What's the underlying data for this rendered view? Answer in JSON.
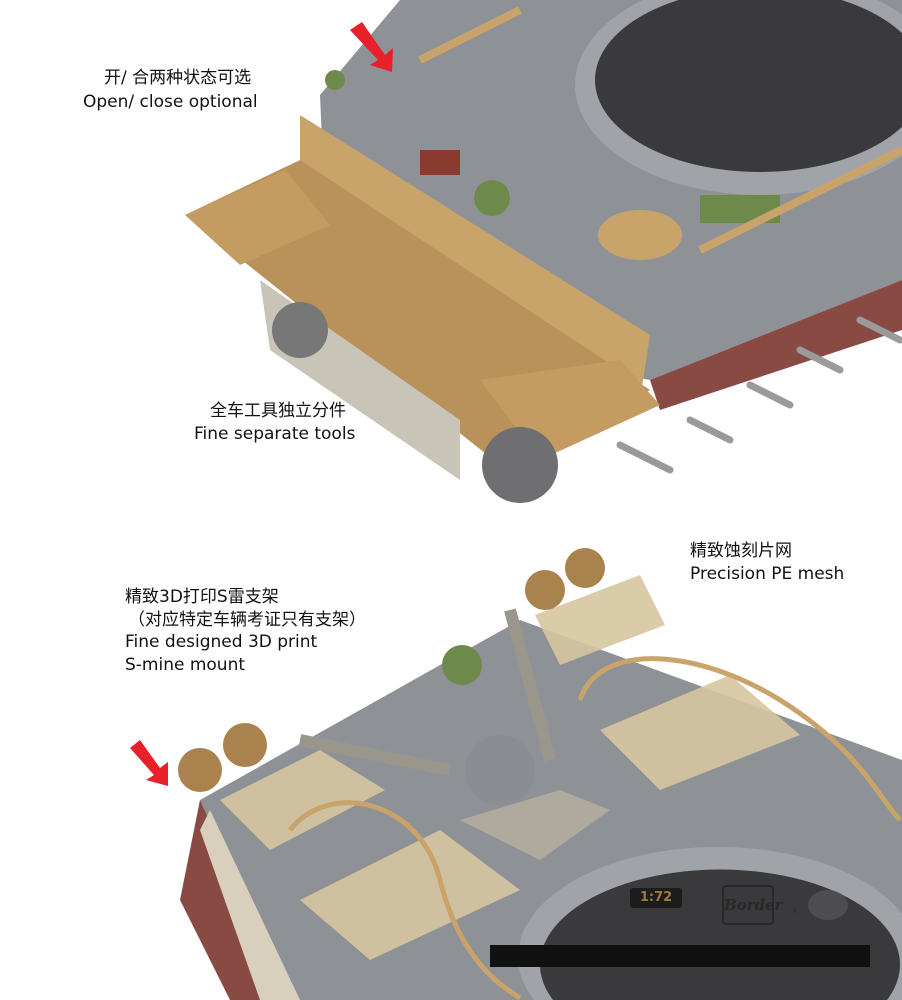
{
  "annotations": {
    "open_close": {
      "zh": "开/ 合两种状态可选",
      "en": "Open/ close optional"
    },
    "tools": {
      "zh": "全车工具独立分件",
      "en": "Fine separate tools"
    },
    "pe_mesh": {
      "zh": "精致蚀刻片网",
      "en": "Precision PE mesh"
    },
    "smine": {
      "zh": "精致3D打印S雷支架",
      "zh_note": "（对应特定车辆考证只有支架）",
      "en_line1": "Fine designed 3D print",
      "en_line2": "S-mine mount"
    }
  },
  "branding": {
    "scale": "1:72",
    "brand": "Border",
    "separator": "x"
  },
  "colors": {
    "arrow": "#e8202a",
    "hull_gray": "#8e9196",
    "tan": "#c9a46a",
    "red_oxide": "#8a4a44"
  }
}
